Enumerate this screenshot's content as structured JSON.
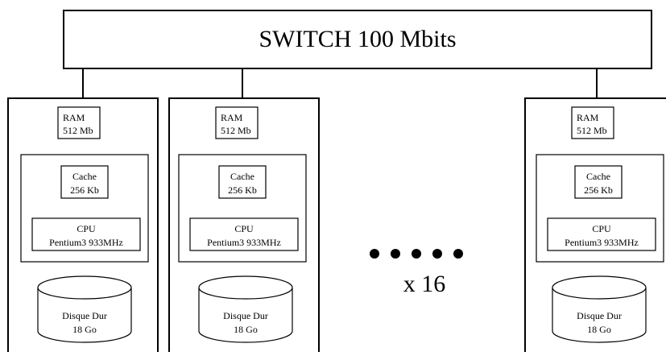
{
  "switch": {
    "label": "SWITCH 100 Mbits"
  },
  "node": {
    "ram": {
      "line1": "RAM",
      "line2": "512 Mb"
    },
    "cache": {
      "line1": "Cache",
      "line2": "256 Kb"
    },
    "cpu": {
      "line1": "CPU",
      "line2": "Pentium3 933MHz"
    },
    "disk": {
      "line1": "Disque Dur",
      "line2": "18 Go"
    }
  },
  "multiplier": {
    "dots": "• • • • •",
    "label": "x 16"
  },
  "colors": {
    "stroke": "#000000",
    "fill": "#ffffff"
  }
}
